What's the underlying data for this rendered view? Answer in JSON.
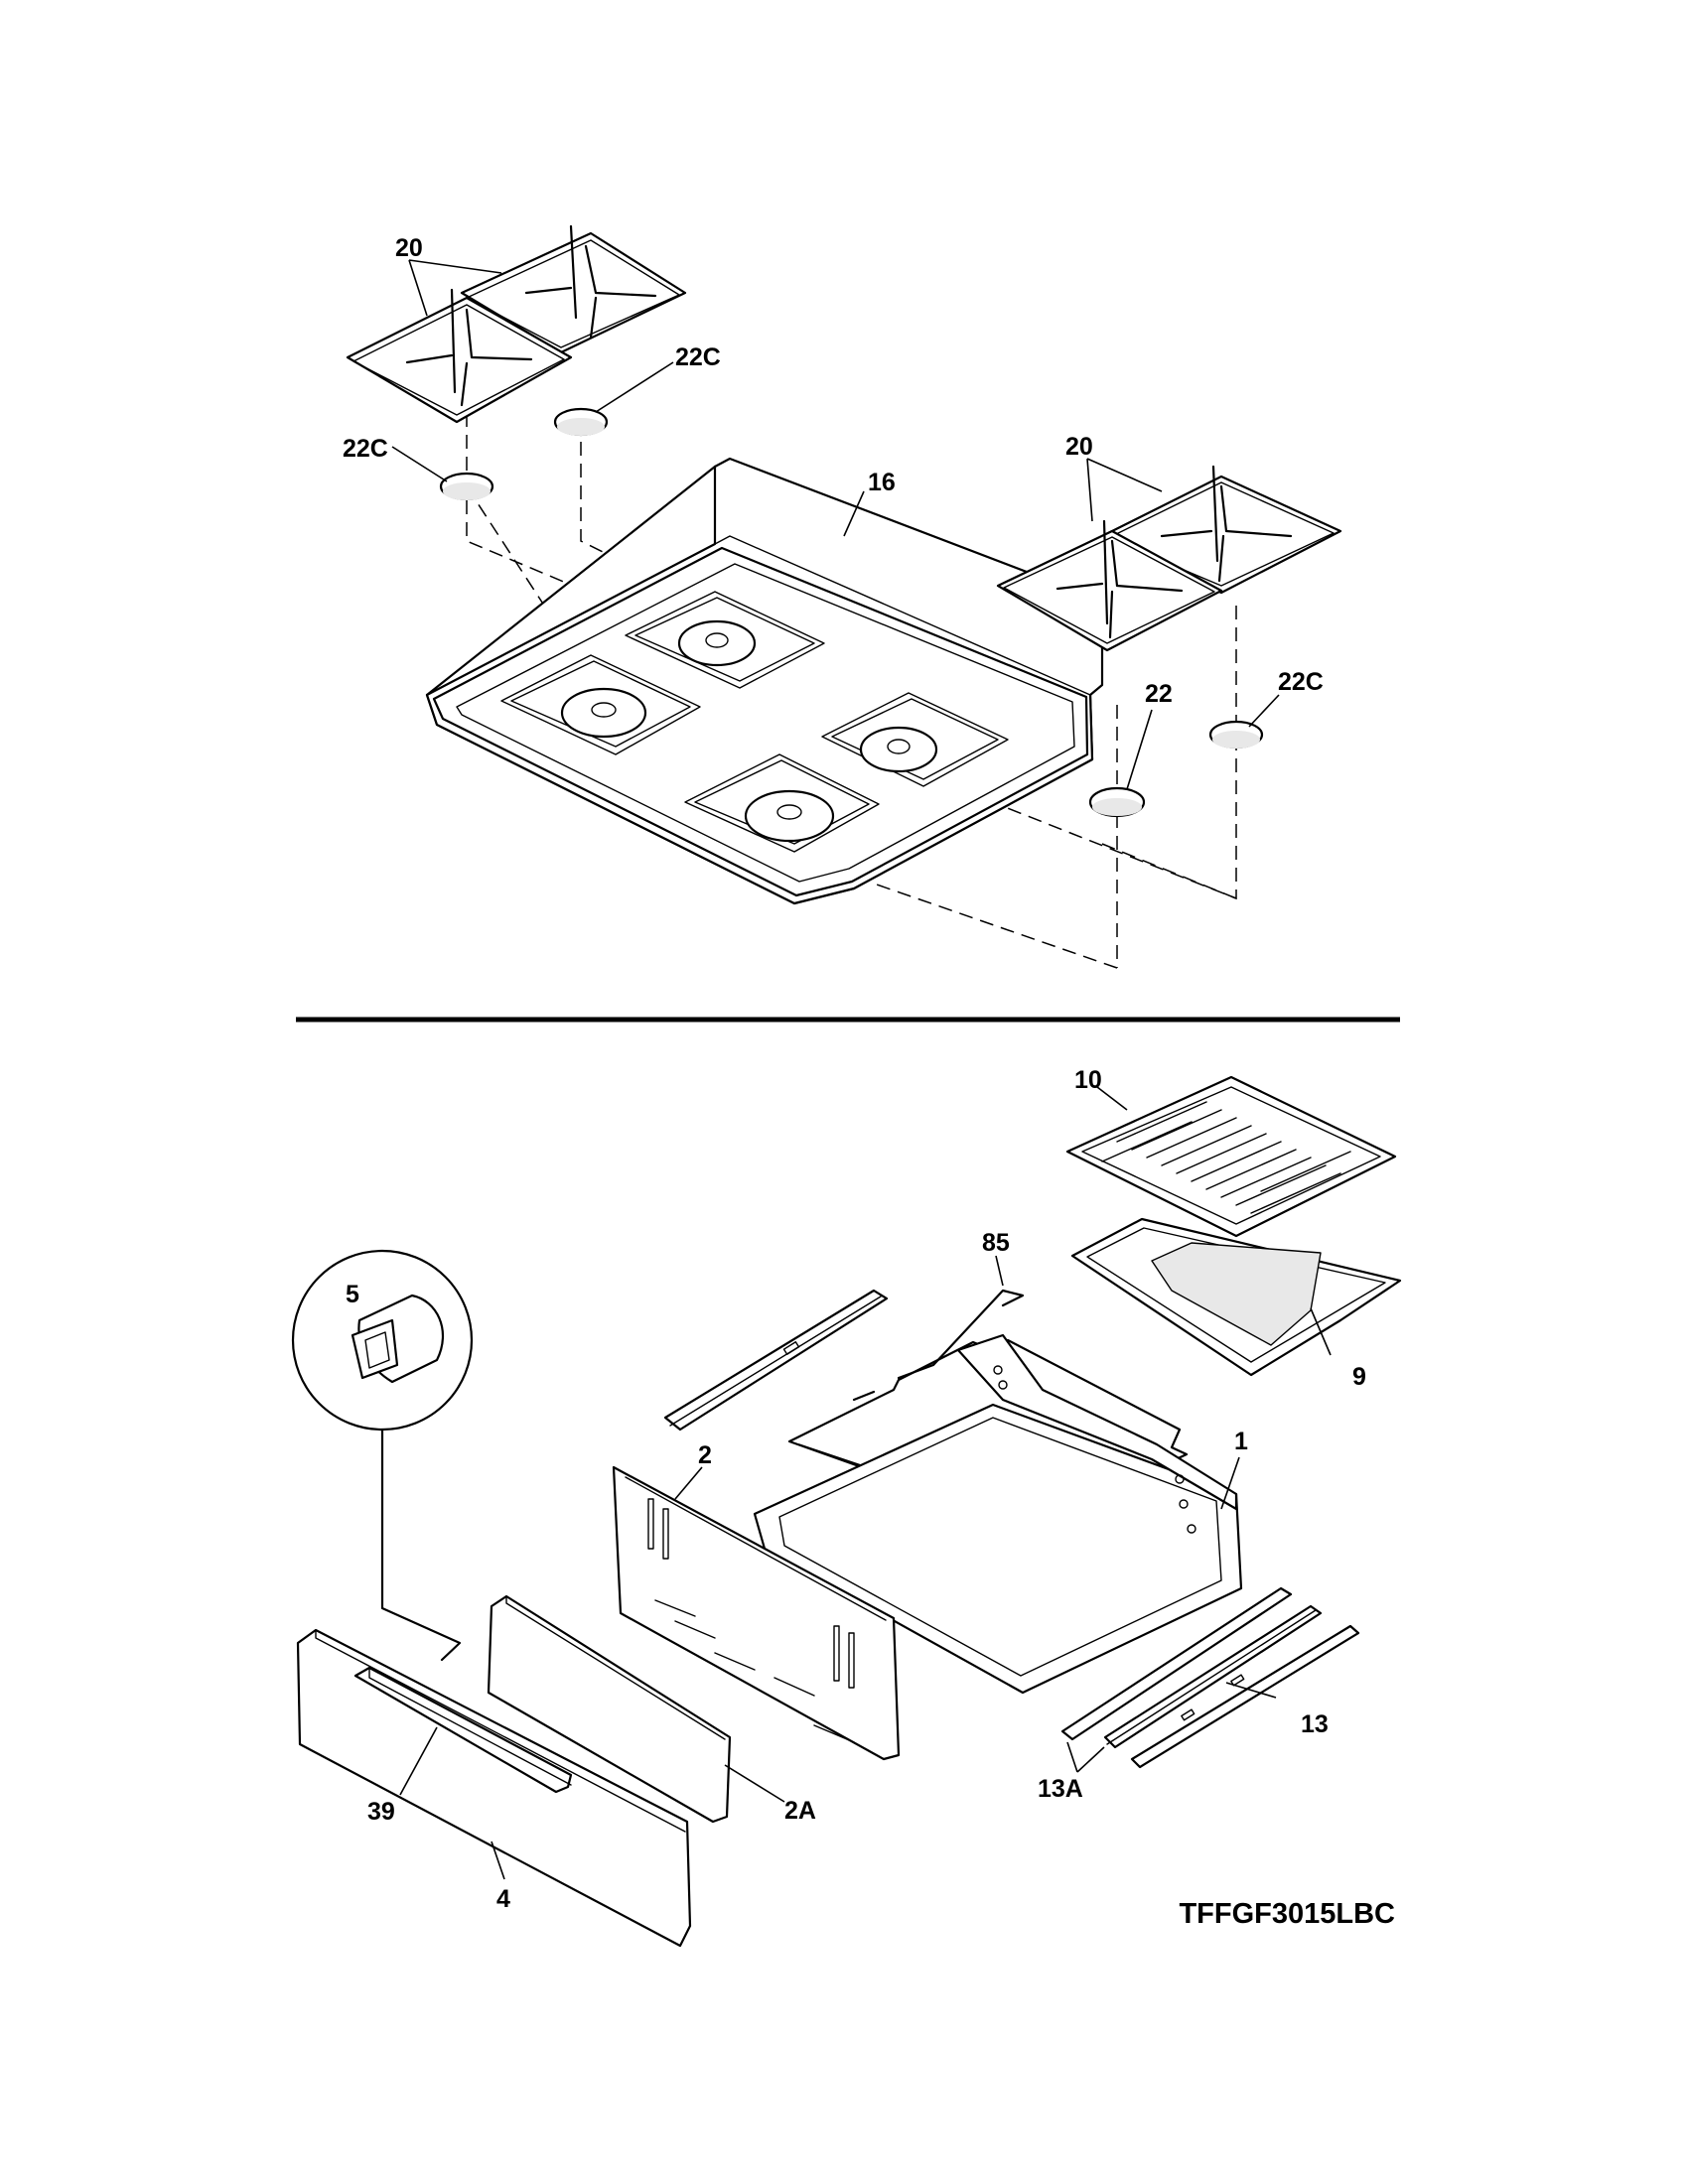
{
  "diagram": {
    "model_number": "TFFGF3015LBC",
    "callouts": {
      "grates_left": "20",
      "cap_left_rear": "22C",
      "cap_left_front": "22C",
      "cooktop": "16",
      "grates_right": "20",
      "cap_right_front": "22",
      "cap_right_rear": "22C",
      "broiler_insert": "10",
      "rack": "85",
      "broiler_pan": "9",
      "knob_detail": "5",
      "drawer_body": "1",
      "drawer_back": "2",
      "drawer_liner": "2A",
      "handle": "39",
      "drawer_front": "4",
      "slide": "13",
      "slide_bracket": "13A"
    }
  }
}
